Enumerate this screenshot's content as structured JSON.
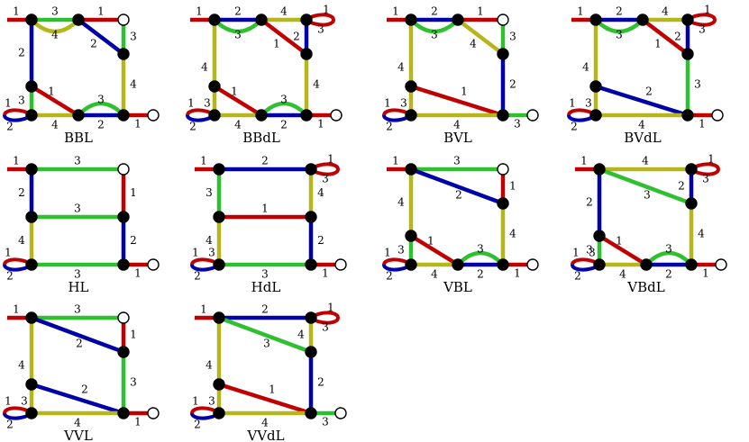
{
  "colors": {
    "1": "#c00000",
    "2": "#0000a8",
    "3": "#2ec02e",
    "4": "#b5b51c",
    "node_fill": "#000000",
    "open_node_fill": "#ffffff"
  },
  "diagrams": [
    {
      "name": "BBL",
      "nodes": {
        "A": {
          "t": "f"
        },
        "B": {
          "t": "f"
        },
        "C": {
          "t": "o"
        },
        "E": {
          "t": "f"
        },
        "F": {
          "t": "f"
        },
        "G": {
          "t": "f"
        },
        "H": {
          "t": "f"
        },
        "I": {
          "t": "f"
        },
        "J": {
          "t": "o"
        }
      },
      "edges": [
        {
          "a": "X1",
          "b": "A",
          "c": "1",
          "lab": "1",
          "lp": "X1A"
        },
        {
          "a": "A",
          "b": "B",
          "c": "3",
          "lab": "3",
          "lp": "top"
        },
        {
          "a": "A",
          "b": "B",
          "c": "4",
          "arc": "down",
          "lab": "4",
          "lp": "arcbelow"
        },
        {
          "a": "B",
          "b": "C",
          "c": "1",
          "lab": "1",
          "lp": "top"
        },
        {
          "a": "B",
          "b": "E",
          "c": "2",
          "lab": "2",
          "lp": "diagB"
        },
        {
          "a": "C",
          "b": "E",
          "c": "3",
          "lab": "3",
          "lp": "right"
        },
        {
          "a": "E",
          "b": "I",
          "c": "4",
          "lab": "4",
          "lp": "right"
        },
        {
          "a": "A",
          "b": "F",
          "c": "2",
          "lab": "2",
          "lp": "left"
        },
        {
          "a": "F",
          "b": "H",
          "c": "1",
          "lab": "1",
          "lp": "diagA"
        },
        {
          "a": "F",
          "b": "G",
          "c": "3",
          "lab": "3",
          "lp": "left"
        },
        {
          "a": "G",
          "b": "H",
          "c": "4",
          "lab": "4",
          "lp": "bottom"
        },
        {
          "a": "H",
          "b": "I",
          "c": "2",
          "lab": "2",
          "lp": "bottom"
        },
        {
          "a": "H",
          "b": "I",
          "c": "3",
          "arc": "up",
          "lab": "3",
          "lp": "arcabove"
        },
        {
          "a": "I",
          "b": "J",
          "c": "1",
          "lab": "1",
          "lp": "belowright"
        }
      ],
      "loop": {
        "labUp": "1",
        "labDown": "2"
      }
    },
    {
      "name": "BBdL",
      "nodes": {
        "A": {
          "t": "f"
        },
        "B": {
          "t": "f"
        },
        "C": {
          "t": "f"
        },
        "E": {
          "t": "f"
        },
        "F": {
          "t": "f"
        },
        "G": {
          "t": "f"
        },
        "H": {
          "t": "f"
        },
        "I": {
          "t": "f"
        },
        "J": {
          "t": "o"
        }
      },
      "edges": [
        {
          "a": "X1",
          "b": "A",
          "c": "1",
          "lab": "1",
          "lp": "X1A"
        },
        {
          "a": "A",
          "b": "B",
          "c": "2",
          "lab": "2",
          "lp": "top"
        },
        {
          "a": "A",
          "b": "B",
          "c": "3",
          "arc": "down",
          "lab": "3",
          "lp": "arcbelow"
        },
        {
          "a": "B",
          "b": "C",
          "c": "4",
          "lab": "4",
          "lp": "top"
        },
        {
          "a": "B",
          "b": "E",
          "c": "1",
          "lab": "1",
          "lp": "diagB"
        },
        {
          "a": "C",
          "b": "E",
          "c": "2",
          "lab": "2",
          "lp": "left"
        },
        {
          "a": "E",
          "b": "I",
          "c": "4",
          "lab": "4",
          "lp": "right"
        },
        {
          "a": "A",
          "b": "G",
          "c": "4",
          "lab": "4",
          "lp": "left"
        },
        {
          "a": "F",
          "b": "H",
          "c": "1",
          "lab": "1",
          "lp": "diagA"
        },
        {
          "a": "G",
          "b": "H",
          "c": "4",
          "lab": "4",
          "lp": "bottom"
        },
        {
          "a": "H",
          "b": "I",
          "c": "2",
          "lab": "2",
          "lp": "bottom"
        },
        {
          "a": "H",
          "b": "I",
          "c": "3",
          "arc": "up",
          "lab": "3",
          "lp": "arcabove"
        },
        {
          "a": "I",
          "b": "J",
          "c": "1",
          "lab": "1",
          "lp": "belowright"
        }
      ],
      "loop": {
        "labUp": "1",
        "labDown": "2"
      },
      "sideLabel": "3",
      "cLoop": {
        "lab1": "1",
        "lab2": "3"
      }
    },
    {
      "name": "BVL",
      "nodes": {
        "A": {
          "t": "f"
        },
        "B": {
          "t": "f"
        },
        "C": {
          "t": "o"
        },
        "E": {
          "t": "f"
        },
        "F": {
          "t": "f"
        },
        "G": {
          "t": "f"
        },
        "I": {
          "t": "f"
        },
        "J": {
          "t": "o"
        }
      },
      "edges": [
        {
          "a": "X1",
          "b": "A",
          "c": "1",
          "lab": "1",
          "lp": "X1A"
        },
        {
          "a": "A",
          "b": "B",
          "c": "2",
          "lab": "2",
          "lp": "top"
        },
        {
          "a": "A",
          "b": "B",
          "c": "3",
          "arc": "down",
          "lab": "3",
          "lp": "arcbelow"
        },
        {
          "a": "B",
          "b": "C",
          "c": "1",
          "lab": "1",
          "lp": "top"
        },
        {
          "a": "B",
          "b": "E",
          "c": "4",
          "lab": "4",
          "lp": "diagB"
        },
        {
          "a": "C",
          "b": "E",
          "c": "3",
          "lab": "3",
          "lp": "right"
        },
        {
          "a": "E",
          "b": "I",
          "c": "2",
          "lab": "2",
          "lp": "right"
        },
        {
          "a": "A",
          "b": "G",
          "c": "4",
          "lab": "4",
          "lp": "left"
        },
        {
          "a": "F",
          "b": "I",
          "c": "1",
          "lab": "1",
          "lp": "diagLong"
        },
        {
          "a": "G",
          "b": "I",
          "c": "4",
          "lab": "4",
          "lp": "bottom"
        },
        {
          "a": "I",
          "b": "J",
          "c": "3",
          "lab": "3",
          "lp": "belowright"
        }
      ],
      "loop": {
        "labUp": "1",
        "labDown": "2"
      },
      "sideLabel": "3"
    },
    {
      "name": "BVdL",
      "nodes": {
        "A": {
          "t": "f"
        },
        "B": {
          "t": "f"
        },
        "C": {
          "t": "f"
        },
        "E": {
          "t": "f"
        },
        "F": {
          "t": "f"
        },
        "G": {
          "t": "f"
        },
        "I": {
          "t": "f"
        },
        "J": {
          "t": "o"
        }
      },
      "edges": [
        {
          "a": "X1",
          "b": "A",
          "c": "1",
          "lab": "1",
          "lp": "X1A"
        },
        {
          "a": "A",
          "b": "B",
          "c": "2",
          "lab": "2",
          "lp": "top"
        },
        {
          "a": "A",
          "b": "B",
          "c": "3",
          "arc": "down",
          "lab": "3",
          "lp": "arcbelow"
        },
        {
          "a": "B",
          "b": "C",
          "c": "4",
          "lab": "4",
          "lp": "top"
        },
        {
          "a": "B",
          "b": "E",
          "c": "1",
          "lab": "1",
          "lp": "diagB"
        },
        {
          "a": "C",
          "b": "E",
          "c": "2",
          "lab": "2",
          "lp": "left"
        },
        {
          "a": "E",
          "b": "I",
          "c": "3",
          "lab": "3",
          "lp": "right"
        },
        {
          "a": "A",
          "b": "G",
          "c": "4",
          "lab": "4",
          "lp": "left"
        },
        {
          "a": "F",
          "b": "I",
          "c": "2",
          "lab": "2",
          "lp": "diagLong"
        },
        {
          "a": "G",
          "b": "I",
          "c": "4",
          "lab": "4",
          "lp": "bottom"
        },
        {
          "a": "I",
          "b": "J",
          "c": "1",
          "lab": "1",
          "lp": "belowright"
        }
      ],
      "loop": {
        "labUp": "1",
        "labDown": "2"
      },
      "sideLabel": "3",
      "cLoop": {
        "lab1": "1",
        "lab2": "3"
      }
    },
    {
      "name": "HL",
      "nodes": {
        "A": {
          "t": "f"
        },
        "C": {
          "t": "o"
        },
        "K": {
          "t": "f"
        },
        "L": {
          "t": "f"
        },
        "G": {
          "t": "f"
        },
        "I": {
          "t": "f"
        },
        "J": {
          "t": "o"
        }
      },
      "edges": [
        {
          "a": "X1",
          "b": "A",
          "c": "1",
          "lab": "1",
          "lp": "X1A"
        },
        {
          "a": "A",
          "b": "C",
          "c": "3",
          "lab": "3",
          "lp": "top"
        },
        {
          "a": "C",
          "b": "L",
          "c": "1",
          "lab": "1",
          "lp": "right"
        },
        {
          "a": "A",
          "b": "K",
          "c": "2",
          "lab": "2",
          "lp": "left"
        },
        {
          "a": "K",
          "b": "L",
          "c": "3",
          "lab": "3",
          "lp": "top"
        },
        {
          "a": "K",
          "b": "G",
          "c": "4",
          "lab": "4",
          "lp": "left"
        },
        {
          "a": "L",
          "b": "I",
          "c": "2",
          "lab": "2",
          "lp": "right"
        },
        {
          "a": "G",
          "b": "I",
          "c": "3",
          "lab": "3",
          "lp": "bottom"
        },
        {
          "a": "I",
          "b": "J",
          "c": "1",
          "lab": "1",
          "lp": "belowright"
        }
      ],
      "loop": {
        "labUp": "1",
        "labDown": "2"
      }
    },
    {
      "name": "HdL",
      "nodes": {
        "A": {
          "t": "f"
        },
        "C": {
          "t": "f"
        },
        "K": {
          "t": "f"
        },
        "L": {
          "t": "f"
        },
        "G": {
          "t": "f"
        },
        "I": {
          "t": "f"
        },
        "J": {
          "t": "o"
        }
      },
      "edges": [
        {
          "a": "X1",
          "b": "A",
          "c": "1",
          "lab": "1",
          "lp": "X1A"
        },
        {
          "a": "A",
          "b": "C",
          "c": "2",
          "lab": "2",
          "lp": "top"
        },
        {
          "a": "C",
          "b": "L",
          "c": "4",
          "lab": "4",
          "lp": "right"
        },
        {
          "a": "A",
          "b": "K",
          "c": "3",
          "lab": "3",
          "lp": "left"
        },
        {
          "a": "K",
          "b": "L",
          "c": "1",
          "lab": "1",
          "lp": "top"
        },
        {
          "a": "K",
          "b": "G",
          "c": "4",
          "lab": "4",
          "lp": "left"
        },
        {
          "a": "L",
          "b": "I",
          "c": "2",
          "lab": "2",
          "lp": "right"
        },
        {
          "a": "G",
          "b": "I",
          "c": "3",
          "lab": "3",
          "lp": "bottom"
        },
        {
          "a": "I",
          "b": "J",
          "c": "1",
          "lab": "1",
          "lp": "belowright"
        }
      ],
      "loop": {
        "labUp": "1",
        "labDown": "2"
      },
      "sideLabel": "3",
      "cLoop": {
        "lab1": "1",
        "lab2": "3"
      }
    },
    {
      "name": "VBL",
      "nodes": {
        "A": {
          "t": "f"
        },
        "C": {
          "t": "o"
        },
        "E": {
          "t": "f"
        },
        "F": {
          "t": "f"
        },
        "G": {
          "t": "f"
        },
        "H": {
          "t": "f"
        },
        "I": {
          "t": "f"
        },
        "J": {
          "t": "o"
        }
      },
      "edges": [
        {
          "a": "X1",
          "b": "A",
          "c": "1",
          "lab": "1",
          "lp": "X1A"
        },
        {
          "a": "A",
          "b": "C",
          "c": "3",
          "lab": "3",
          "lp": "top"
        },
        {
          "a": "C",
          "b": "E",
          "c": "1",
          "lab": "1",
          "lp": "right"
        },
        {
          "a": "A",
          "b": "E",
          "c": "2",
          "lab": "2",
          "lp": "diagAE"
        },
        {
          "a": "E",
          "b": "I",
          "c": "4",
          "lab": "4",
          "lp": "right"
        },
        {
          "a": "A",
          "b": "F",
          "c": "4",
          "lab": "4",
          "lp": "left"
        },
        {
          "a": "F",
          "b": "H",
          "c": "1",
          "lab": "1",
          "lp": "diagA"
        },
        {
          "a": "F",
          "b": "G",
          "c": "3",
          "lab": "3",
          "lp": "left"
        },
        {
          "a": "G",
          "b": "H",
          "c": "4",
          "lab": "4",
          "lp": "bottom"
        },
        {
          "a": "H",
          "b": "I",
          "c": "2",
          "lab": "2",
          "lp": "bottom"
        },
        {
          "a": "H",
          "b": "I",
          "c": "3",
          "arc": "up",
          "lab": "3",
          "lp": "arcabove"
        },
        {
          "a": "I",
          "b": "J",
          "c": "1",
          "lab": "1",
          "lp": "belowright"
        }
      ],
      "loop": {
        "labUp": "1",
        "labDown": "2"
      }
    },
    {
      "name": "VBdL",
      "nodes": {
        "A": {
          "t": "f"
        },
        "C": {
          "t": "f"
        },
        "E": {
          "t": "f"
        },
        "F": {
          "t": "f"
        },
        "G": {
          "t": "f"
        },
        "H": {
          "t": "f"
        },
        "I": {
          "t": "f"
        },
        "J": {
          "t": "o"
        }
      },
      "edges": [
        {
          "a": "X1",
          "b": "A",
          "c": "1",
          "lab": "1",
          "lp": "X1A"
        },
        {
          "a": "A",
          "b": "C",
          "c": "4",
          "lab": "4",
          "lp": "top"
        },
        {
          "a": "C",
          "b": "E",
          "c": "2",
          "lab": "2",
          "lp": "left"
        },
        {
          "a": "A",
          "b": "E",
          "c": "3",
          "lab": "3",
          "lp": "diagAE"
        },
        {
          "a": "E",
          "b": "I",
          "c": "4",
          "lab": "4",
          "lp": "right"
        },
        {
          "a": "A",
          "b": "F",
          "c": "2",
          "lab": "2",
          "lp": "left"
        },
        {
          "a": "F",
          "b": "H",
          "c": "1",
          "lab": "1",
          "lp": "diagA"
        },
        {
          "a": "F",
          "b": "G",
          "c": "3",
          "lab": "3",
          "lp": "left"
        },
        {
          "a": "G",
          "b": "H",
          "c": "4",
          "lab": "4",
          "lp": "bottom"
        },
        {
          "a": "H",
          "b": "I",
          "c": "2",
          "lab": "2",
          "lp": "bottom"
        },
        {
          "a": "H",
          "b": "I",
          "c": "3",
          "arc": "up",
          "lab": "3",
          "lp": "arcabove"
        },
        {
          "a": "I",
          "b": "J",
          "c": "1",
          "lab": "1",
          "lp": "belowright"
        }
      ],
      "loop": {
        "labUp": "1",
        "labDown": "2"
      },
      "sideLabel": "3",
      "cLoop": {
        "lab1": "1",
        "lab2": "3"
      }
    },
    {
      "name": "VVL",
      "nodes": {
        "A": {
          "t": "f"
        },
        "C": {
          "t": "o"
        },
        "E": {
          "t": "f"
        },
        "F": {
          "t": "f"
        },
        "G": {
          "t": "f"
        },
        "I": {
          "t": "f"
        },
        "J": {
          "t": "o"
        }
      },
      "edges": [
        {
          "a": "X1",
          "b": "A",
          "c": "1",
          "lab": "1",
          "lp": "X1A"
        },
        {
          "a": "A",
          "b": "C",
          "c": "3",
          "lab": "3",
          "lp": "top"
        },
        {
          "a": "C",
          "b": "E",
          "c": "1",
          "lab": "1",
          "lp": "right"
        },
        {
          "a": "A",
          "b": "E",
          "c": "2",
          "lab": "2",
          "lp": "diagAE"
        },
        {
          "a": "E",
          "b": "I",
          "c": "3",
          "lab": "3",
          "lp": "right"
        },
        {
          "a": "A",
          "b": "G",
          "c": "4",
          "lab": "4",
          "lp": "left"
        },
        {
          "a": "F",
          "b": "I",
          "c": "2",
          "lab": "2",
          "lp": "diagLong"
        },
        {
          "a": "G",
          "b": "I",
          "c": "4",
          "lab": "4",
          "lp": "bottom"
        },
        {
          "a": "I",
          "b": "J",
          "c": "1",
          "lab": "1",
          "lp": "belowright"
        }
      ],
      "loop": {
        "labUp": "1",
        "labDown": "2"
      },
      "sideLabel": "3"
    },
    {
      "name": "VVdL",
      "nodes": {
        "A": {
          "t": "f"
        },
        "C": {
          "t": "f"
        },
        "E": {
          "t": "f"
        },
        "F": {
          "t": "f"
        },
        "G": {
          "t": "f"
        },
        "I": {
          "t": "f"
        },
        "J": {
          "t": "o"
        }
      },
      "edges": [
        {
          "a": "X1",
          "b": "A",
          "c": "1",
          "lab": "1",
          "lp": "X1A"
        },
        {
          "a": "A",
          "b": "C",
          "c": "2",
          "lab": "2",
          "lp": "top"
        },
        {
          "a": "C",
          "b": "E",
          "c": "4",
          "lab": "4",
          "lp": "left"
        },
        {
          "a": "A",
          "b": "E",
          "c": "3",
          "lab": "3",
          "lp": "diagAE"
        },
        {
          "a": "E",
          "b": "I",
          "c": "2",
          "lab": "2",
          "lp": "right"
        },
        {
          "a": "A",
          "b": "G",
          "c": "4",
          "lab": "4",
          "lp": "left"
        },
        {
          "a": "F",
          "b": "I",
          "c": "1",
          "lab": "1",
          "lp": "diagLong"
        },
        {
          "a": "G",
          "b": "I",
          "c": "4",
          "lab": "4",
          "lp": "bottom"
        },
        {
          "a": "I",
          "b": "J",
          "c": "3",
          "lab": "3",
          "lp": "belowright"
        }
      ],
      "loop": {
        "labUp": "1",
        "labDown": "2"
      },
      "sideLabel": "3",
      "cLoop": {
        "lab1": "1",
        "lab2": "3"
      }
    }
  ]
}
